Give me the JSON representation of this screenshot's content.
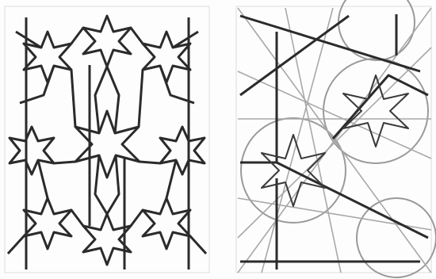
{
  "figure": {
    "panels": [
      {
        "name": "finished-geometric-pattern",
        "style": "interlaced star-and-polygon lattice"
      },
      {
        "name": "construction-diagram",
        "style": "construction circles and guide lines with star overlay"
      }
    ],
    "colors": {
      "ink": "#2b2b2b",
      "faint": "#8f8f8f",
      "paper": "#fdfdfd"
    }
  }
}
